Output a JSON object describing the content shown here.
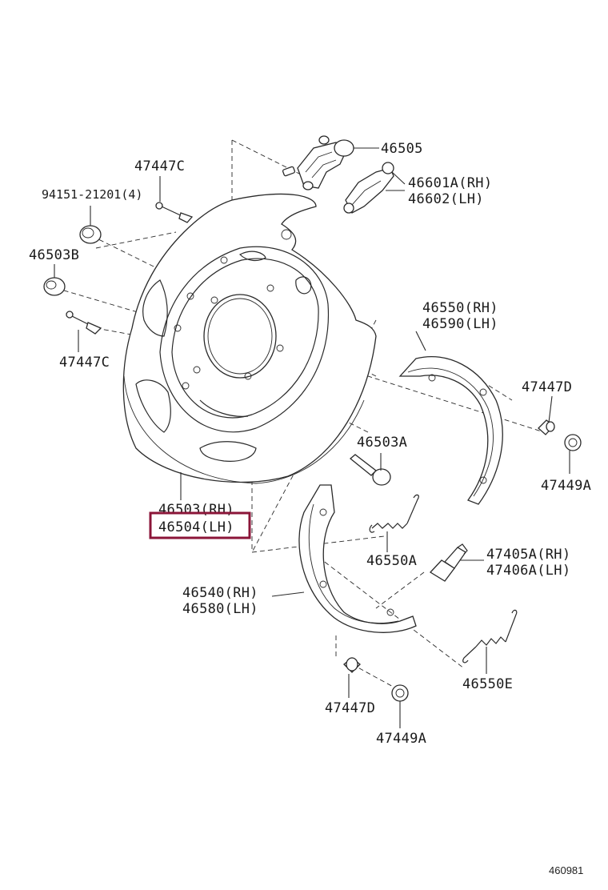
{
  "diagram": {
    "footer_ref": "460981",
    "highlight_color": "#8B1538",
    "highlighted_part": "part_46504",
    "labels": {
      "part_46505": "46505",
      "part_46601a_rh": "46601A(RH)",
      "part_46602_lh": "46602(LH)",
      "part_47447c_top": "47447C",
      "part_94151": "94151-21201(4)",
      "part_46503b": "46503B",
      "part_47447c_left": "47447C",
      "part_46550_rh": "46550(RH)",
      "part_46590_lh": "46590(LH)",
      "part_47447d_right": "47447D",
      "part_46503a": "46503A",
      "part_47449a_right": "47449A",
      "part_46503_rh": "46503(RH)",
      "part_46504": "46504(LH)",
      "part_46550a": "46550A",
      "part_47405a_rh": "47405A(RH)",
      "part_47406a_lh": "47406A(LH)",
      "part_46540_rh": "46540(RH)",
      "part_46580_lh": "46580(LH)",
      "part_46550e": "46550E",
      "part_47447d_bottom": "47447D",
      "part_47449a_bottom": "47449A"
    }
  }
}
